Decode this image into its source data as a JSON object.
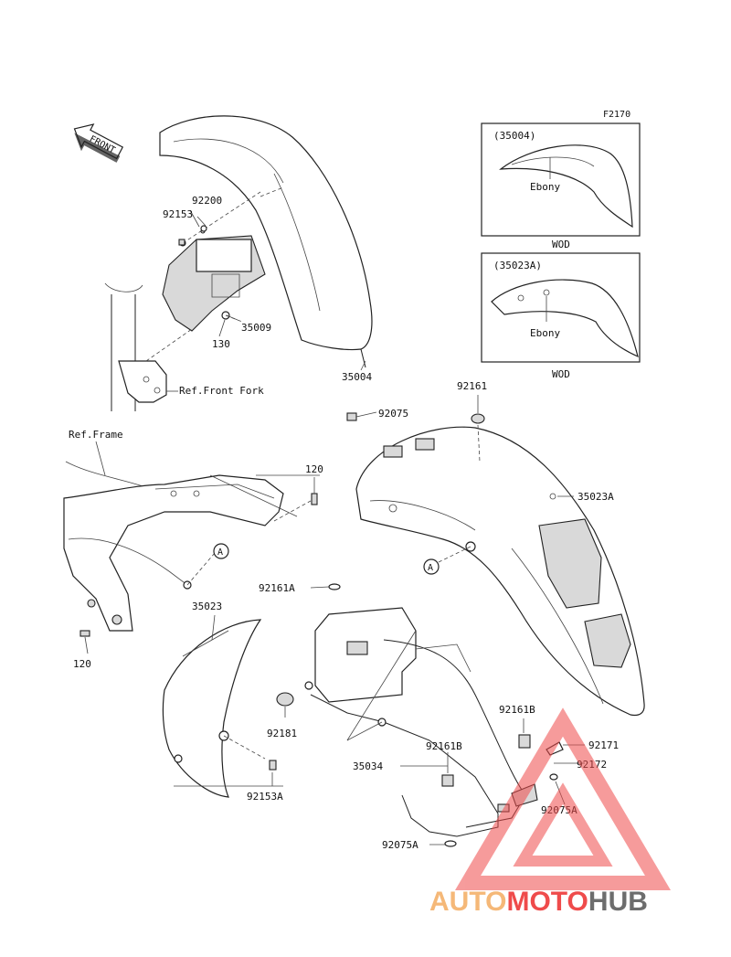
{
  "figure_code": "F2170",
  "front_arrow_label": "FRONT",
  "callouts": {
    "p92200": "92200",
    "p92153": "92153",
    "p35009": "35009",
    "p130": "130",
    "p35004": "35004",
    "ref_front_fork": "Ref.Front Fork",
    "p92075": "92075",
    "ref_frame": "Ref.Frame",
    "p120_top": "120",
    "p92161": "92161",
    "p35023A": "35023A",
    "p35023": "35023",
    "p120_bottom": "120",
    "p92161A": "92161A",
    "p92181": "92181",
    "p35034": "35034",
    "p92161B_left": "92161B",
    "p92161B_right": "92161B",
    "p92171": "92171",
    "p92172": "92172",
    "p92075A_right": "92075A",
    "p92075A_bottom": "92075A",
    "p92153A": "92153A",
    "ref_a_left": "A",
    "ref_a_right": "A"
  },
  "variant_boxes": [
    {
      "part": "(35004)",
      "color": "Ebony",
      "footer": "WOD"
    },
    {
      "part": "(35023A)",
      "color": "Ebony",
      "footer": "WOD"
    }
  ],
  "watermark": {
    "part1": "AUTO",
    "part2": "MOTO",
    "part3": "HUB",
    "color_light": "#f5b878",
    "color_red": "#ef4b4b",
    "color_gray": "#6d6d6d"
  }
}
